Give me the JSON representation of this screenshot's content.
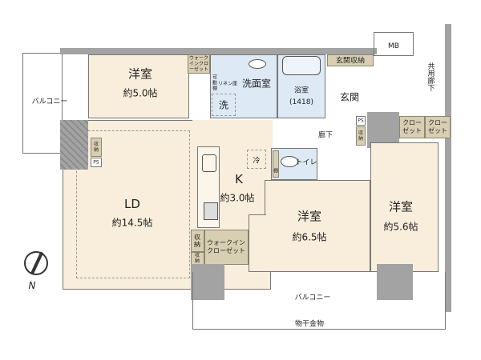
{
  "rooms": {
    "western1": {
      "name": "洋室",
      "size": "約5.0帖"
    },
    "western2": {
      "name": "洋室",
      "size": "約6.5帖"
    },
    "western3": {
      "name": "洋室",
      "size": "約5.6帖"
    },
    "ld": {
      "name": "LD",
      "size": "約14.5帖"
    },
    "kitchen": {
      "name": "K",
      "size": "約3.0帖"
    },
    "washroom": "洗面室",
    "bath": {
      "name": "浴室",
      "size": "(1418)"
    },
    "entrance": "玄関",
    "hallway": "廊下",
    "toilet": "トイレ"
  },
  "labels": {
    "balcony_left": "バルコニー",
    "balcony_bottom": "バルコニー",
    "drying_rack": "物干金物",
    "common_corridor": "共用廊下",
    "mb": "MB",
    "entrance_storage": "玄関収納",
    "wic_top": "ウォークインクローゼット",
    "wic_bottom": "ウォークインクローゼット",
    "movable_shelf": "可動棚",
    "linen": "リネン庫",
    "washer": "洗",
    "fridge": "冷",
    "ps1": "PS",
    "ps2": "PS",
    "storage_ld": "収納",
    "storage_hall": "収納",
    "storage_k": "収納",
    "storage_k_small": "収納",
    "closet1": "クローゼット",
    "closet2": "クローゼット",
    "toilet_shelf": "棚",
    "north": "N"
  },
  "colors": {
    "living": "#f8eedb",
    "wet": "#dde9f4",
    "storage": "#d8cfb3",
    "wall": "#a3a3a3"
  }
}
